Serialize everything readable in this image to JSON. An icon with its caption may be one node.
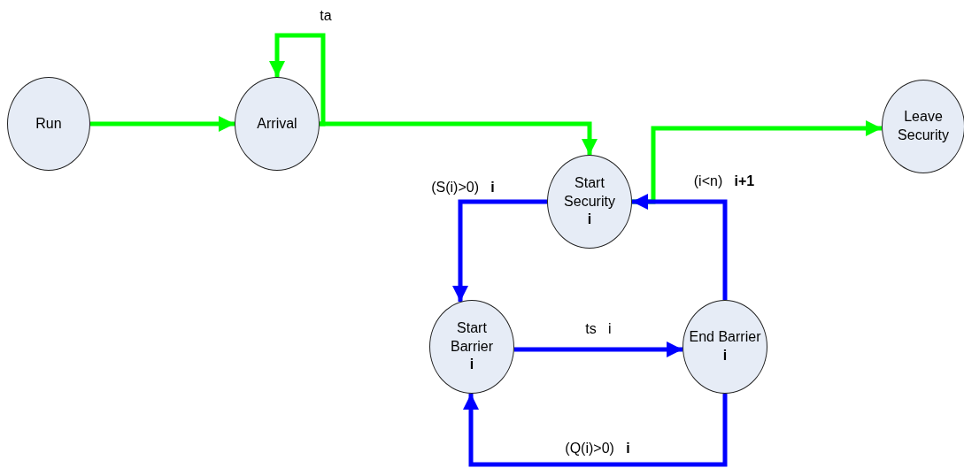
{
  "diagram": {
    "nodes": [
      {
        "text": [
          "Run"
        ]
      },
      {
        "text": [
          "Arrival"
        ]
      },
      {
        "text": [
          "Start Security",
          "i"
        ]
      },
      {
        "text": [
          "Leave Security"
        ]
      },
      {
        "text": [
          "Start Barrier",
          "i"
        ]
      },
      {
        "text": [
          "End Barrier",
          "i"
        ]
      }
    ],
    "edges": [
      {
        "from": 0,
        "to": 1,
        "arrow": "to"
      },
      {
        "from": 1,
        "to": 1,
        "arrow": "to",
        "label": "ta"
      },
      {
        "from": 1,
        "to": 2,
        "arrow": "to"
      },
      {
        "from": 2,
        "to": 3,
        "arrow": "to"
      },
      {
        "from": 2,
        "to": 4,
        "arrow": "to",
        "label": "(S(i)>0)   **i**",
        "color": "#0000ff"
      },
      {
        "from": 4,
        "to": 5,
        "arrow": "to",
        "label": "ts   i",
        "color": "#0000ff"
      },
      {
        "from": 5,
        "to": 2,
        "arrow": "to",
        "label": "(i<n)   **i+1**",
        "color": "#0000ff"
      },
      {
        "from": 5,
        "to": 4,
        "arrow": "to",
        "label": "(Q(i)>0)   **i**",
        "color": "#0000ff"
      }
    ]
  }
}
